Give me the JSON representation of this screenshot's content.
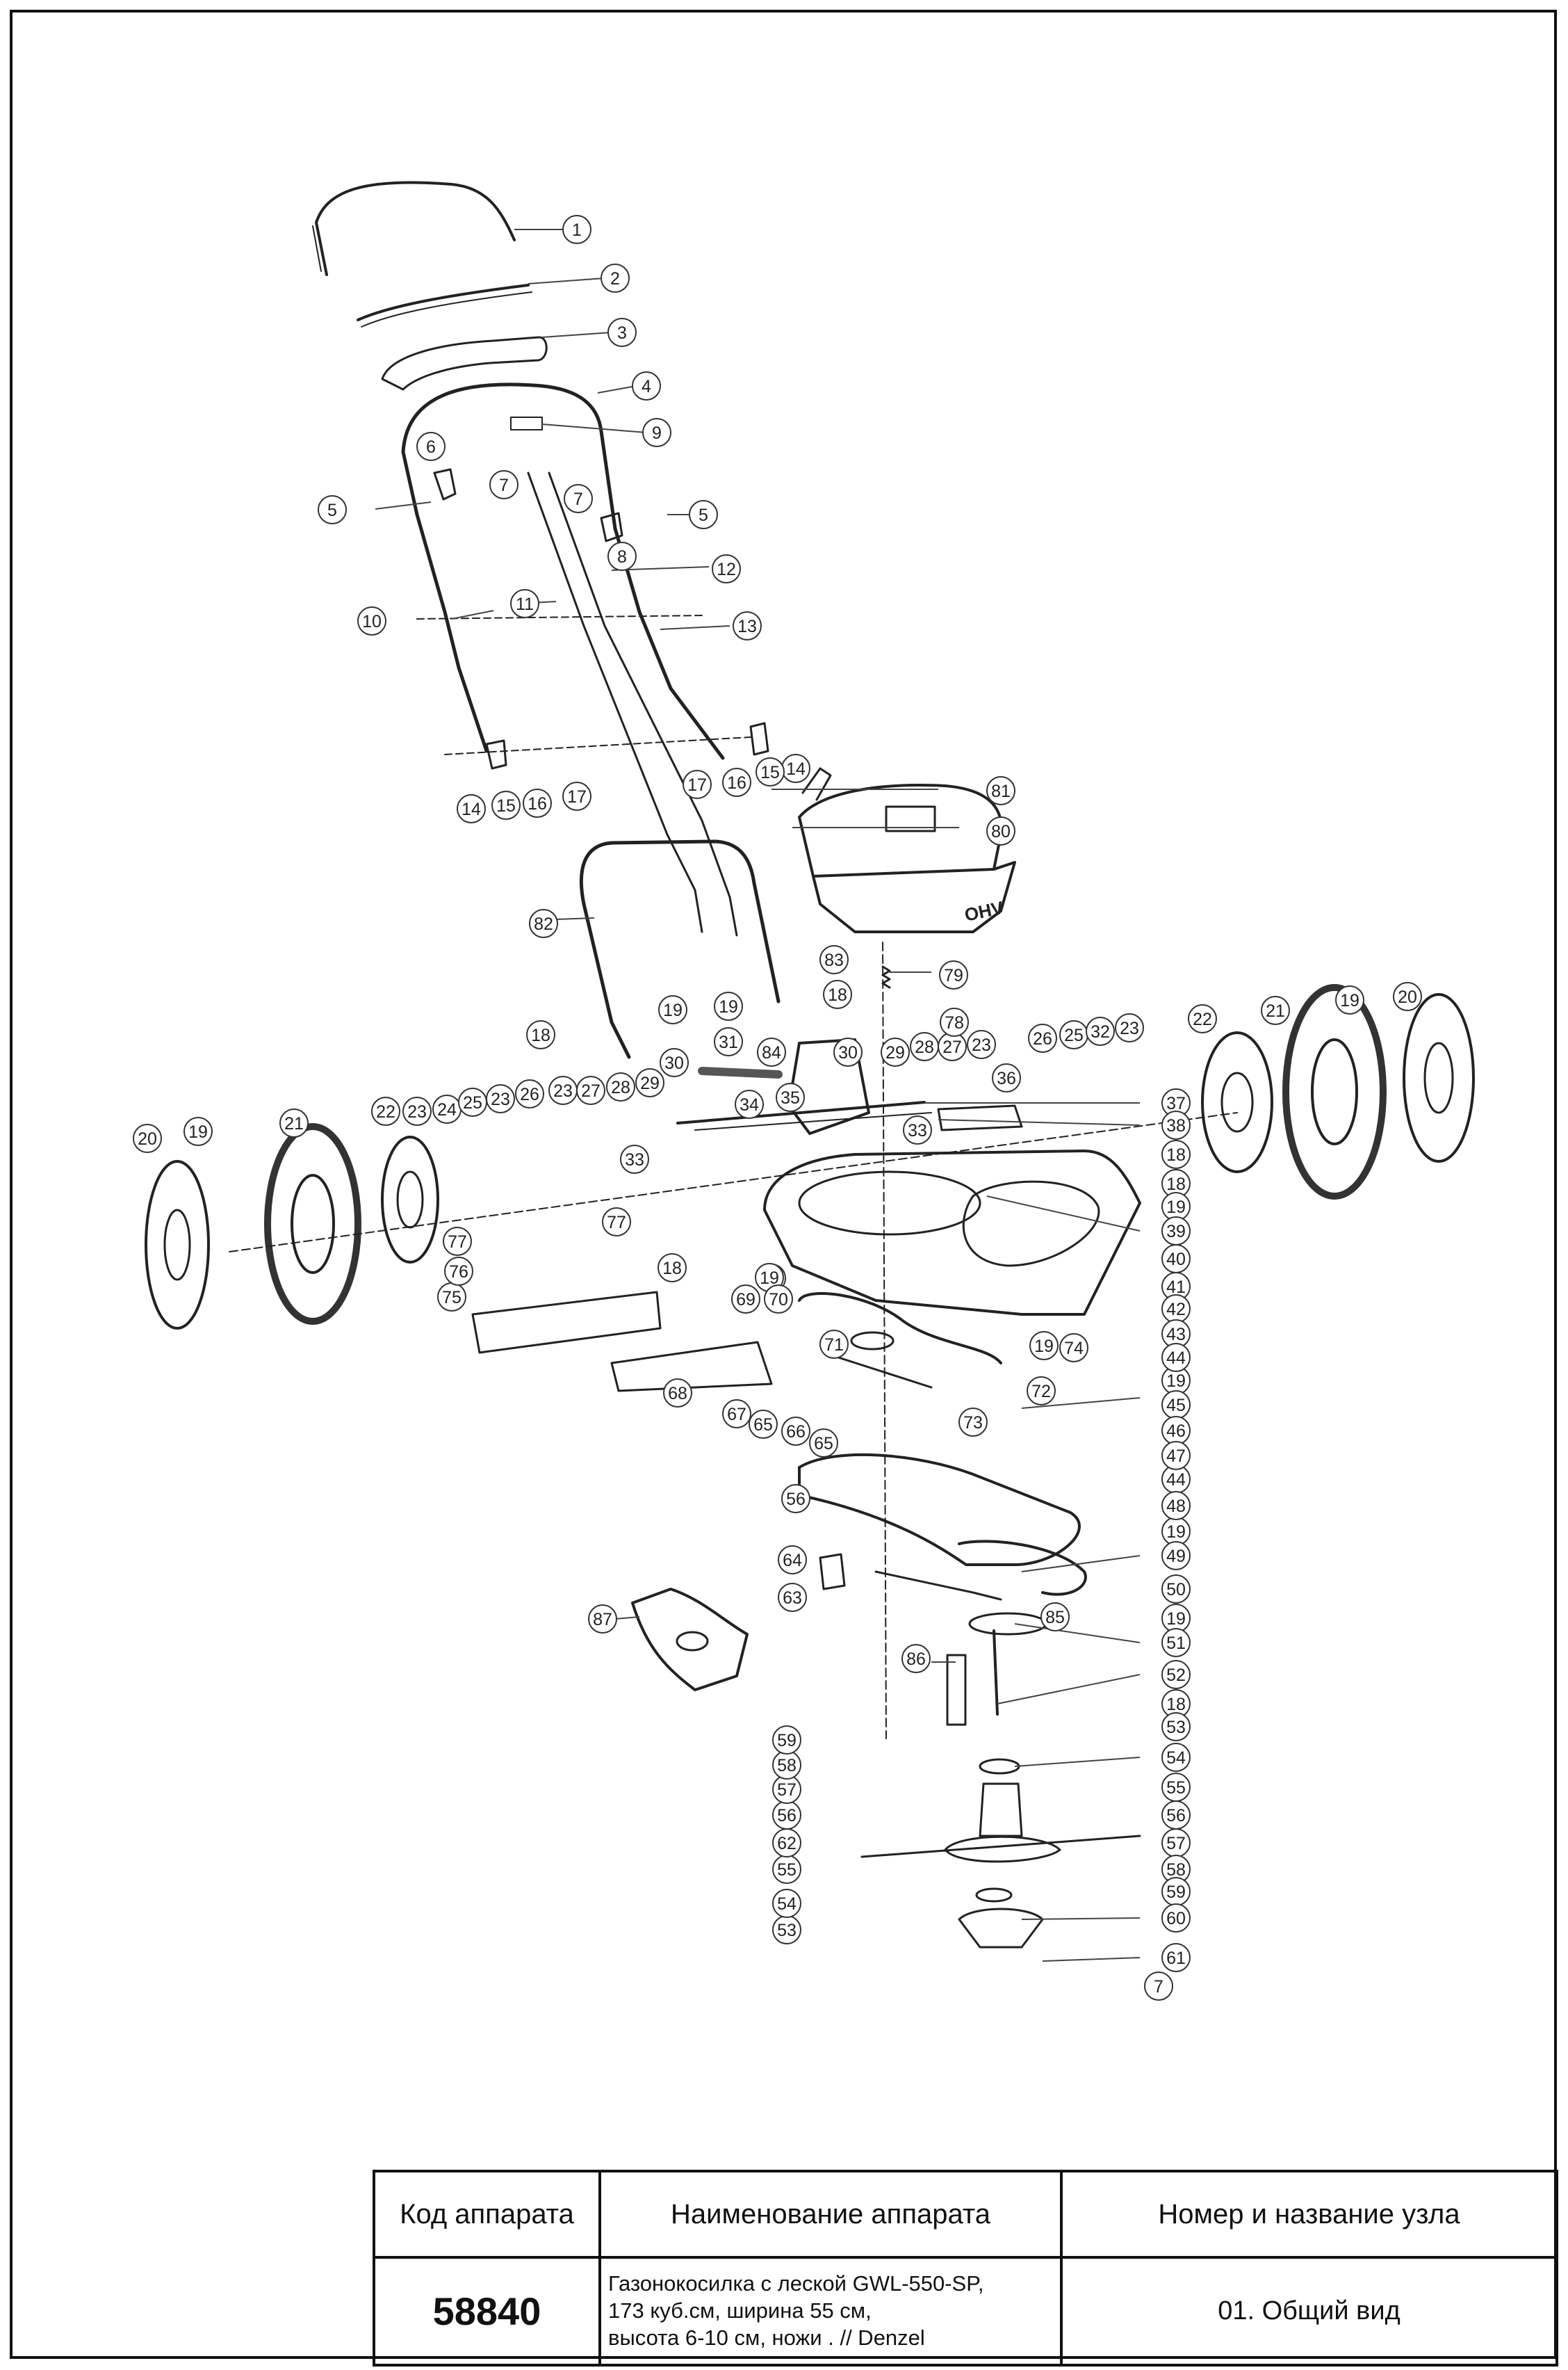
{
  "diagram": {
    "callouts": [
      {
        "n": "1",
        "ids": [
          "1"
        ]
      },
      {
        "n": "2",
        "ids": [
          "2"
        ]
      },
      {
        "n": "3",
        "ids": [
          "3"
        ]
      },
      {
        "n": "4",
        "ids": [
          "4"
        ]
      },
      {
        "n": "5",
        "ids": [
          "5a",
          "5b"
        ]
      },
      {
        "n": "6",
        "ids": [
          "6"
        ]
      },
      {
        "n": "7",
        "ids": [
          "7a",
          "7b",
          "7c"
        ]
      },
      {
        "n": "8",
        "ids": [
          "8"
        ]
      },
      {
        "n": "9",
        "ids": [
          "9"
        ]
      },
      {
        "n": "10",
        "ids": [
          "10"
        ]
      },
      {
        "n": "11",
        "ids": [
          "11"
        ]
      },
      {
        "n": "12",
        "ids": [
          "12"
        ]
      },
      {
        "n": "13",
        "ids": [
          "13"
        ]
      },
      {
        "n": "14",
        "ids": [
          "14a",
          "14b"
        ]
      },
      {
        "n": "15",
        "ids": [
          "15a",
          "15b"
        ]
      },
      {
        "n": "16",
        "ids": [
          "16a",
          "16b"
        ]
      },
      {
        "n": "17",
        "ids": [
          "17a",
          "17b"
        ]
      },
      {
        "n": "18",
        "ids": [
          "18a",
          "18b",
          "18c",
          "18d",
          "18e",
          "18f"
        ]
      },
      {
        "n": "19",
        "ids": [
          "19a",
          "19b",
          "19c",
          "19d",
          "19e",
          "19f",
          "19g",
          "19h",
          "19i",
          "19j",
          "19k"
        ]
      },
      {
        "n": "20",
        "ids": [
          "20a",
          "20b"
        ]
      },
      {
        "n": "21",
        "ids": [
          "21a",
          "21b"
        ]
      },
      {
        "n": "22",
        "ids": [
          "22a",
          "22b"
        ]
      },
      {
        "n": "23",
        "ids": [
          "23a",
          "23b",
          "23c",
          "23d",
          "23e"
        ]
      },
      {
        "n": "24",
        "ids": [
          "24"
        ]
      },
      {
        "n": "25",
        "ids": [
          "25a",
          "25b"
        ]
      },
      {
        "n": "26",
        "ids": [
          "26a",
          "26b"
        ]
      },
      {
        "n": "27",
        "ids": [
          "27a",
          "27b"
        ]
      },
      {
        "n": "28",
        "ids": [
          "28a",
          "28b"
        ]
      },
      {
        "n": "29",
        "ids": [
          "29a",
          "29b"
        ]
      },
      {
        "n": "30",
        "ids": [
          "30a",
          "30b"
        ]
      },
      {
        "n": "31",
        "ids": [
          "31"
        ]
      },
      {
        "n": "32",
        "ids": [
          "32"
        ]
      },
      {
        "n": "33",
        "ids": [
          "33a",
          "33b"
        ]
      },
      {
        "n": "34",
        "ids": [
          "34"
        ]
      },
      {
        "n": "35",
        "ids": [
          "35"
        ]
      },
      {
        "n": "36",
        "ids": [
          "36"
        ]
      },
      {
        "n": "37",
        "ids": [
          "37"
        ]
      },
      {
        "n": "38",
        "ids": [
          "38"
        ]
      },
      {
        "n": "39",
        "ids": [
          "39"
        ]
      },
      {
        "n": "40",
        "ids": [
          "40"
        ]
      },
      {
        "n": "41",
        "ids": [
          "41"
        ]
      },
      {
        "n": "42",
        "ids": [
          "42"
        ]
      },
      {
        "n": "43",
        "ids": [
          "43"
        ]
      },
      {
        "n": "44",
        "ids": [
          "44a",
          "44b"
        ]
      },
      {
        "n": "45",
        "ids": [
          "45"
        ]
      },
      {
        "n": "46",
        "ids": [
          "46"
        ]
      },
      {
        "n": "47",
        "ids": [
          "47"
        ]
      },
      {
        "n": "48",
        "ids": [
          "48"
        ]
      },
      {
        "n": "49",
        "ids": [
          "49"
        ]
      },
      {
        "n": "50",
        "ids": [
          "50"
        ]
      },
      {
        "n": "51",
        "ids": [
          "51"
        ]
      },
      {
        "n": "52",
        "ids": [
          "52"
        ]
      },
      {
        "n": "53",
        "ids": [
          "53a",
          "53b"
        ]
      },
      {
        "n": "54",
        "ids": [
          "54a",
          "54b"
        ]
      },
      {
        "n": "55",
        "ids": [
          "55a",
          "55b"
        ]
      },
      {
        "n": "56",
        "ids": [
          "56a",
          "56b",
          "56c"
        ]
      },
      {
        "n": "57",
        "ids": [
          "57a",
          "57b"
        ]
      },
      {
        "n": "58",
        "ids": [
          "58a",
          "58b"
        ]
      },
      {
        "n": "59",
        "ids": [
          "59a",
          "59b"
        ]
      },
      {
        "n": "60",
        "ids": [
          "60"
        ]
      },
      {
        "n": "61",
        "ids": [
          "61"
        ]
      },
      {
        "n": "62",
        "ids": [
          "62"
        ]
      },
      {
        "n": "63",
        "ids": [
          "63"
        ]
      },
      {
        "n": "64",
        "ids": [
          "64"
        ]
      },
      {
        "n": "65",
        "ids": [
          "65a",
          "65b"
        ]
      },
      {
        "n": "66",
        "ids": [
          "66"
        ]
      },
      {
        "n": "67",
        "ids": [
          "67"
        ]
      },
      {
        "n": "68",
        "ids": [
          "68"
        ]
      },
      {
        "n": "69",
        "ids": [
          "69"
        ]
      },
      {
        "n": "70",
        "ids": [
          "70"
        ]
      },
      {
        "n": "71",
        "ids": [
          "71"
        ]
      },
      {
        "n": "72",
        "ids": [
          "72"
        ]
      },
      {
        "n": "73",
        "ids": [
          "73"
        ]
      },
      {
        "n": "74",
        "ids": [
          "74"
        ]
      },
      {
        "n": "75",
        "ids": [
          "75"
        ]
      },
      {
        "n": "76",
        "ids": [
          "76"
        ]
      },
      {
        "n": "77",
        "ids": [
          "77a",
          "77b"
        ]
      },
      {
        "n": "78",
        "ids": [
          "78"
        ]
      },
      {
        "n": "79",
        "ids": [
          "79"
        ]
      },
      {
        "n": "80",
        "ids": [
          "80"
        ]
      },
      {
        "n": "81",
        "ids": [
          "81"
        ]
      },
      {
        "n": "82",
        "ids": [
          "82"
        ]
      },
      {
        "n": "83",
        "ids": [
          "83"
        ]
      },
      {
        "n": "84",
        "ids": [
          "84"
        ]
      },
      {
        "n": "85",
        "ids": [
          "85"
        ]
      },
      {
        "n": "86",
        "ids": [
          "86"
        ]
      },
      {
        "n": "87",
        "ids": [
          "87"
        ]
      }
    ],
    "engine_brand": "OHV"
  },
  "title_block": {
    "code_header": "Код аппарата",
    "name_header": "Наименование аппарата",
    "unit_header": "Номер и название узла",
    "code_value": "58840",
    "name_lines": [
      "Газонокосилка с леской GWL-550-SP,",
      "173 куб.см, ширина 55 см,",
      "высота 6-10 см, ножи . // Denzel"
    ],
    "unit_value": "01. Общий вид"
  }
}
